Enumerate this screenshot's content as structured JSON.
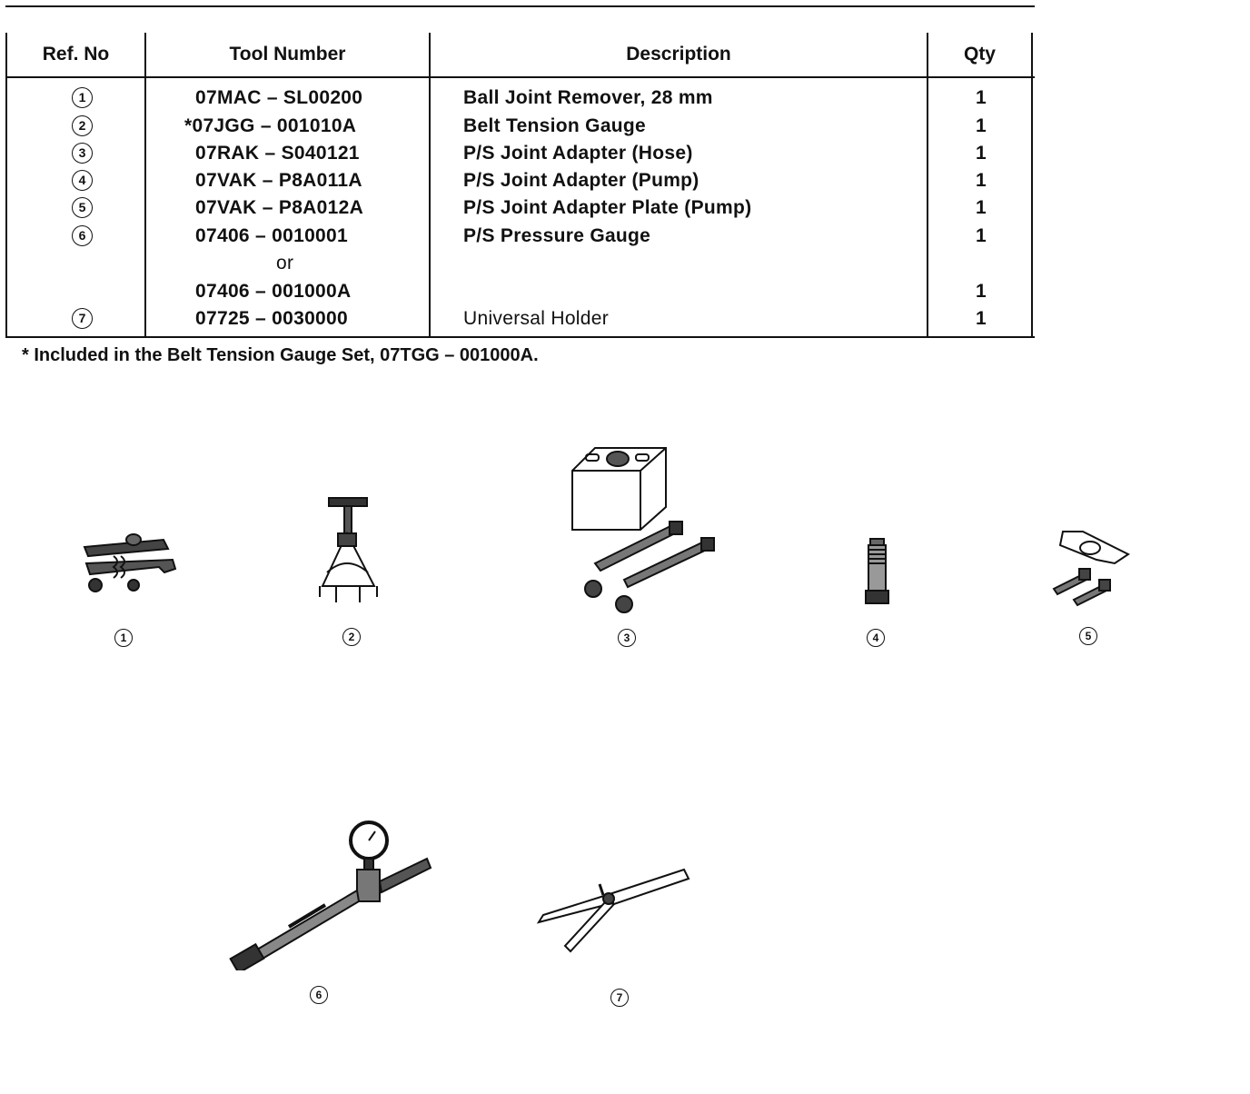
{
  "table": {
    "headers": {
      "ref": "Ref. No",
      "tool": "Tool Number",
      "desc": "Description",
      "qty": "Qty"
    },
    "rows": [
      {
        "ref": "1",
        "tool": "07MAC – SL00200",
        "desc": "Ball Joint Remover, 28 mm",
        "qty": "1"
      },
      {
        "ref": "2",
        "tool": "*07JGG – 001010A",
        "desc": "Belt Tension Gauge",
        "qty": "1"
      },
      {
        "ref": "3",
        "tool": "07RAK – S040121",
        "desc": "P/S Joint Adapter (Hose)",
        "qty": "1"
      },
      {
        "ref": "4",
        "tool": "07VAK – P8A011A",
        "desc": "P/S Joint Adapter (Pump)",
        "qty": "1"
      },
      {
        "ref": "5",
        "tool": "07VAK – P8A012A",
        "desc": "P/S Joint Adapter Plate (Pump)",
        "qty": "1"
      },
      {
        "ref": "6",
        "tool": "07406 – 0010001",
        "desc": "P/S Pressure Gauge",
        "qty": "1"
      },
      {
        "ref": "",
        "tool": "or",
        "desc": "",
        "qty": ""
      },
      {
        "ref": "",
        "tool": "07406 – 001000A",
        "desc": "",
        "qty": "1"
      },
      {
        "ref": "7",
        "tool": "07725 – 0030000",
        "desc": "Universal Holder",
        "qty": "1"
      }
    ]
  },
  "footnote": "* Included in the Belt Tension Gauge Set, 07TGG – 001000A.",
  "illustrations": [
    {
      "ref": "1",
      "icon": "ball-joint-remover-icon"
    },
    {
      "ref": "2",
      "icon": "belt-tension-gauge-icon"
    },
    {
      "ref": "3",
      "icon": "joint-adapter-hose-icon"
    },
    {
      "ref": "4",
      "icon": "joint-adapter-pump-icon"
    },
    {
      "ref": "5",
      "icon": "joint-adapter-plate-icon"
    },
    {
      "ref": "6",
      "icon": "pressure-gauge-icon"
    },
    {
      "ref": "7",
      "icon": "universal-holder-icon"
    }
  ]
}
